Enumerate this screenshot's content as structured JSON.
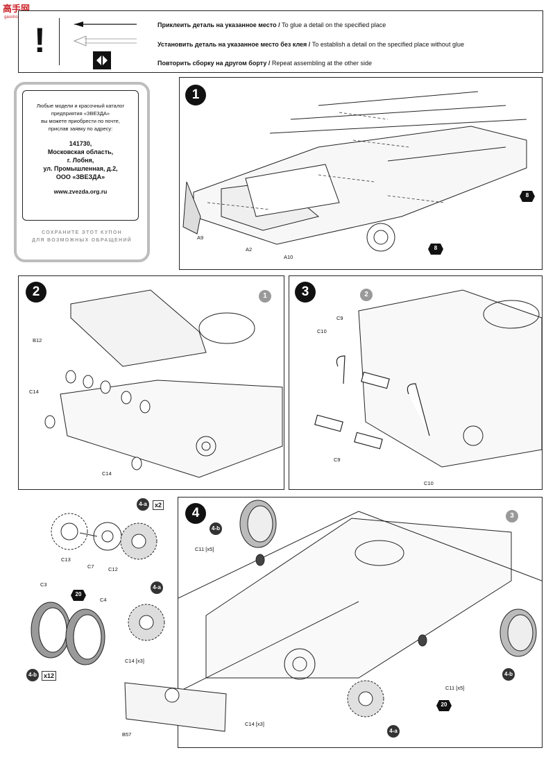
{
  "watermark": {
    "brand": "高手网",
    "url": "gaoshou.com"
  },
  "legend": {
    "exclaim": "!",
    "line1_ru": "Приклеить деталь на указанное место /",
    "line1_en": " To glue a detail on the specified place",
    "line2_ru": "Установить деталь на указанное место без клея /",
    "line2_en": " To establish a detail on the specified place without glue",
    "line3_ru": "Повторить сборку на другом борту  /",
    "line3_en": "  Repeat assembling at the other side"
  },
  "coupon": {
    "text1": "Любые модели и красочный каталог",
    "text2": "предприятия «ЗВЕЗДА»",
    "text3": "вы можете приобрести по почте,",
    "text4": "прислав заявку по адресу:",
    "addr1": "141730,",
    "addr2": "Московская область,",
    "addr3": "г. Лобня,",
    "addr4": "ул. Промышленная, д.2,",
    "addr5": "ООО «ЗВЕЗДА»",
    "web": "www.zvezda.org.ru",
    "keep1": "СОХРАНИТЕ ЭТОТ КУПОН",
    "keep2": "ДЛЯ ВОЗМОЖНЫХ ОБРАЩЕНИЙ"
  },
  "step1": {
    "num": "1",
    "labels": {
      "a9": "A9",
      "a2": "A2",
      "a10": "A10",
      "ref1": "8",
      "ref2": "8"
    }
  },
  "step2": {
    "num": "2",
    "ref": "1",
    "labels": {
      "b12": "B12",
      "c14a": "C14",
      "c14b": "C14"
    }
  },
  "step3": {
    "num": "3",
    "ref": "2",
    "labels": {
      "c10a": "C10",
      "c9a": "C9",
      "c9b": "C9",
      "c10b": "C10"
    }
  },
  "sub4a": {
    "badge": "4-a",
    "qty": "x2",
    "labels": {
      "c13": "C13",
      "c7": "C7",
      "c12": "C12"
    }
  },
  "sub4b": {
    "badge": "4-b",
    "qty": "x12",
    "ref": "20",
    "labels": {
      "c3": "C3",
      "c4": "C4"
    }
  },
  "step4": {
    "num": "4",
    "ref": "3",
    "badges": {
      "b1": "4-b",
      "b2": "4-a",
      "b3": "4-b",
      "b4": "4-a"
    },
    "labels": {
      "c11a": "C11 [x5]",
      "c14a": "C14 [x3]",
      "c11b": "C11 [x5]",
      "c14b": "C14 [x3]",
      "b57": "B57",
      "ref20": "20"
    }
  }
}
